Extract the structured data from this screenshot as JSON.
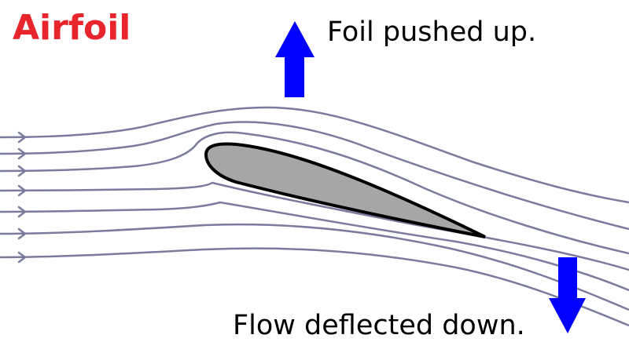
{
  "diagram": {
    "title": "Airfoil",
    "lift_label": "Foil pushed up.",
    "downwash_label": "Flow deflected down."
  },
  "colors": {
    "title": "#e8242c",
    "arrow": "#0000ff",
    "streamline": "#7b7b9e",
    "airfoil_fill": "#a6a6a6",
    "airfoil_stroke": "#000000"
  },
  "icons": {
    "lift_arrow": "arrow-up-icon",
    "downwash_arrow": "arrow-down-icon",
    "flow_direction": "chevron-right-icon"
  }
}
